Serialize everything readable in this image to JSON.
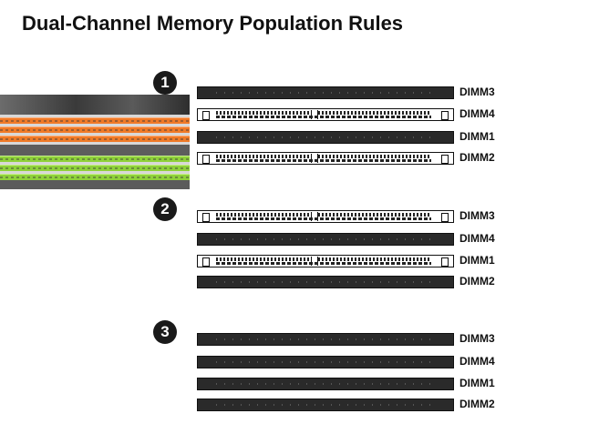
{
  "title": "Dual-Channel Memory Population Rules",
  "colors": {
    "orange_slot": "#f07a28",
    "green_slot": "#8fd13a",
    "empty_slot": "#2a2a2a",
    "filled_slot": "#ffffff"
  },
  "configs": [
    {
      "number": "1",
      "slots": [
        {
          "label": "DIMM3",
          "state": "empty"
        },
        {
          "label": "DIMM4",
          "state": "installed"
        },
        {
          "label": "DIMM1",
          "state": "empty"
        },
        {
          "label": "DIMM2",
          "state": "installed"
        }
      ]
    },
    {
      "number": "2",
      "slots": [
        {
          "label": "DIMM3",
          "state": "installed"
        },
        {
          "label": "DIMM4",
          "state": "empty"
        },
        {
          "label": "DIMM1",
          "state": "installed"
        },
        {
          "label": "DIMM2",
          "state": "empty"
        }
      ]
    },
    {
      "number": "3",
      "slots": [
        {
          "label": "DIMM3",
          "state": "empty"
        },
        {
          "label": "DIMM4",
          "state": "empty"
        },
        {
          "label": "DIMM1",
          "state": "empty"
        },
        {
          "label": "DIMM2",
          "state": "empty"
        }
      ]
    }
  ]
}
